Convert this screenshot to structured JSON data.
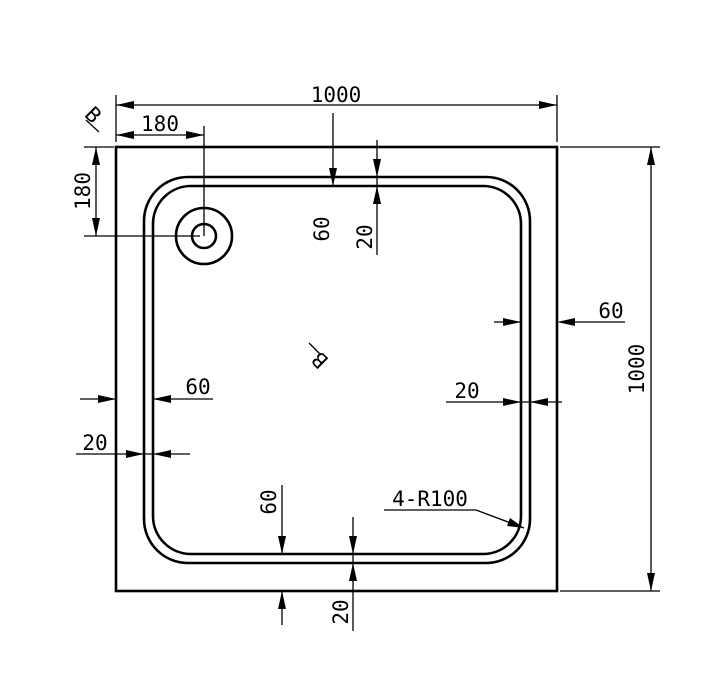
{
  "drawing": {
    "overall_width": "1000",
    "overall_height": "1000",
    "drain_offset_x": "180",
    "drain_offset_y": "180",
    "rim_outer_top": "60",
    "rim_inner_top": "20",
    "rim_outer_right": "60",
    "rim_inner_right": "20",
    "rim_outer_left": "60",
    "rim_inner_left": "20",
    "rim_outer_bottom": "60",
    "rim_inner_bottom": "20",
    "corner_radius_note": "4-R100",
    "slope_mark_corner": "B",
    "slope_mark_center": "B"
  }
}
